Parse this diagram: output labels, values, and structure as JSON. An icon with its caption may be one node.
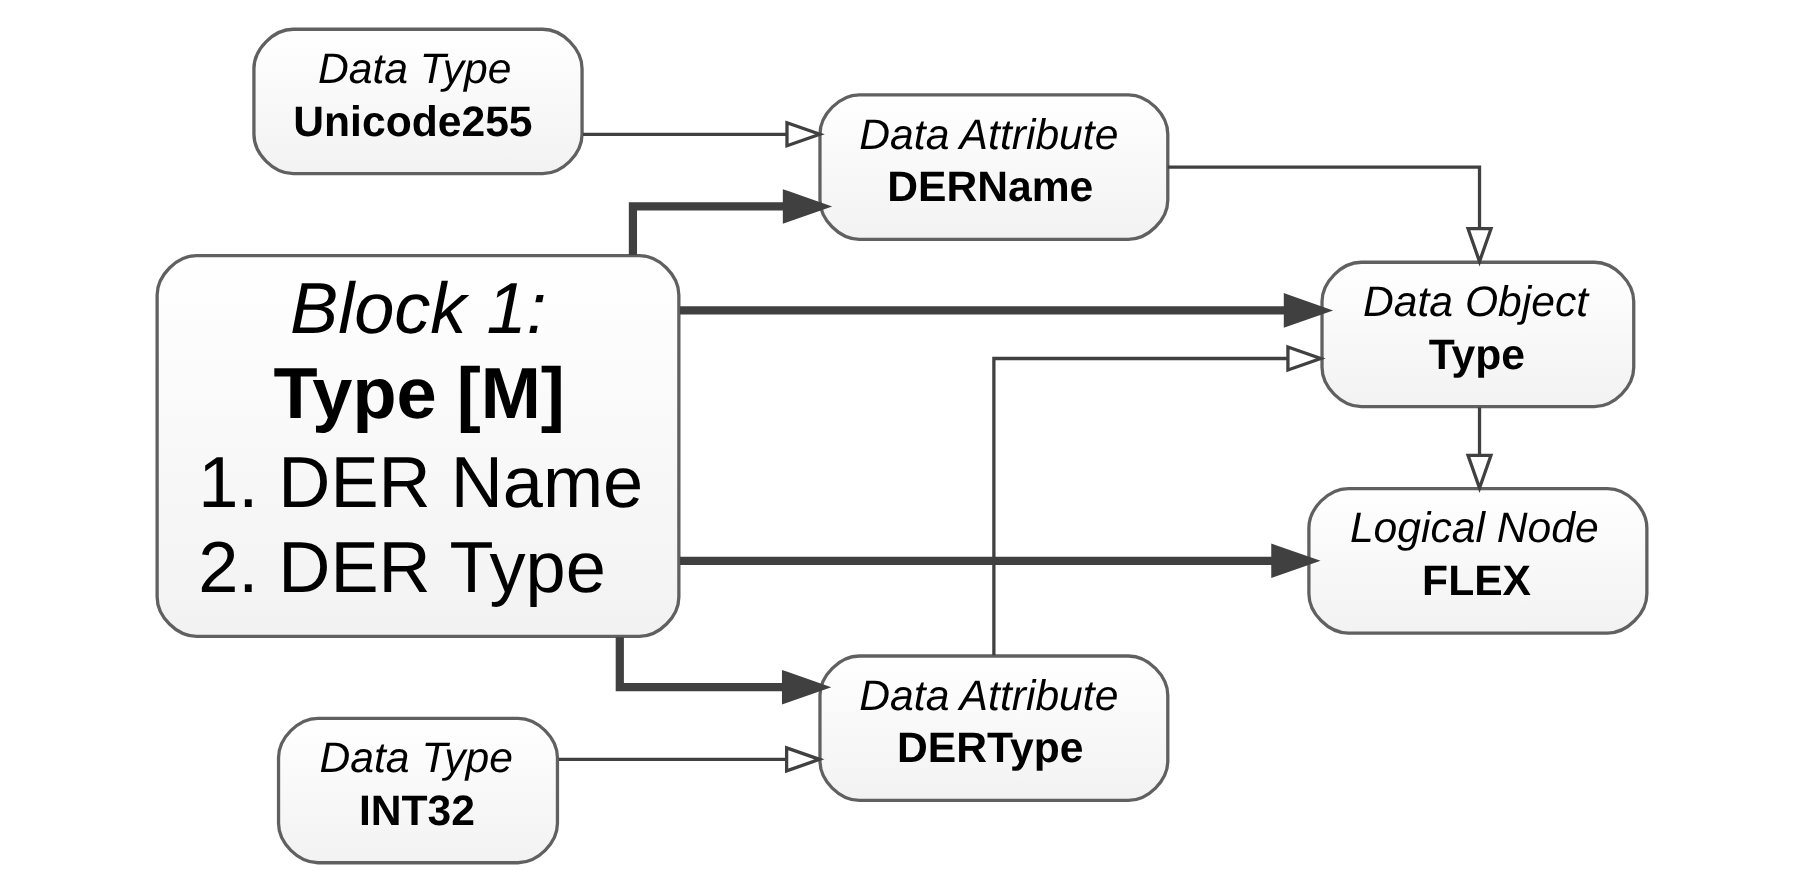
{
  "diagram": {
    "nodes": [
      {
        "text": [
          "Block 1:",
          "Type [M]",
          "1. DER Name",
          "2. DER Type"
        ]
      },
      {
        "text": [
          "Logical Node",
          "FLEX"
        ]
      },
      {
        "text": [
          "Data Object",
          "Type"
        ]
      },
      {
        "text": [
          "Data Attribute",
          "DERName"
        ]
      },
      {
        "text": [
          "Data Type",
          "Unicode255"
        ]
      },
      {
        "text": [
          "Data Attribute",
          "DERType"
        ]
      },
      {
        "text": [
          "Data Type",
          "INT32"
        ]
      }
    ],
    "edges": [
      {
        "from": 0,
        "to": 1,
        "arrow": "to",
        "style": "thick"
      },
      {
        "from": 2,
        "to": 1,
        "arrow": "to"
      },
      {
        "from": 0,
        "to": 2,
        "arrow": "to",
        "style": "thick"
      },
      {
        "from": 3,
        "to": 2,
        "arrow": "to"
      },
      {
        "from": 5,
        "to": 2,
        "arrow": "to"
      },
      {
        "from": 0,
        "to": 3,
        "arrow": "to",
        "style": "thick"
      },
      {
        "from": 4,
        "to": 3,
        "arrow": "to"
      },
      {
        "from": 0,
        "to": 5,
        "arrow": "to",
        "style": "thick"
      },
      {
        "from": 6,
        "to": 5,
        "arrow": "to"
      }
    ]
  }
}
